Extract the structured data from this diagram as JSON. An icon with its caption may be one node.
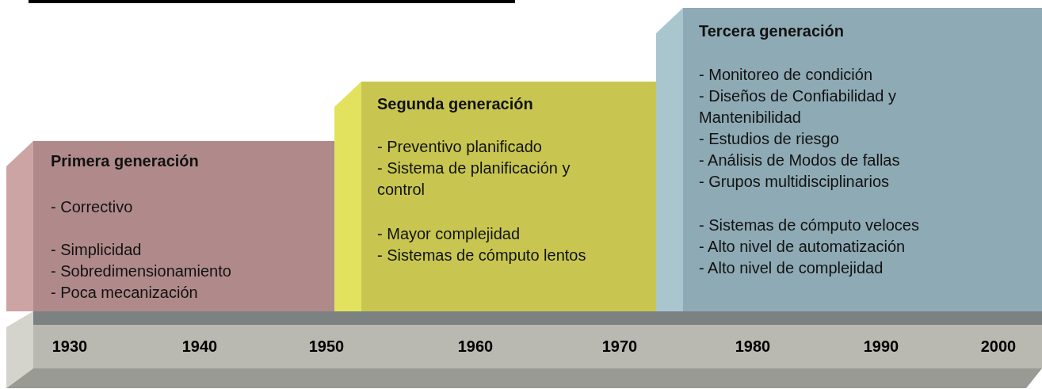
{
  "diagram": {
    "nodes": [
      {
        "text": [
          "Primera generación",
          "- Correctivo",
          "- Simplicidad",
          "- Sobredimensionamiento",
          "- Poca mecanización"
        ]
      },
      {
        "text": [
          "Segunda generación",
          "- Preventivo planificado",
          "- Sistema de planificación y control",
          "- Mayor complejidad",
          "- Sistemas de cómputo lentos"
        ]
      },
      {
        "text": [
          "Tercera generación",
          "- Monitoreo de condición",
          "- Diseños de Confiabilidad y Mantenibilidad",
          "- Estudios de riesgo",
          "- Análisis de Modos de fallas",
          "- Grupos multidisciplinarios",
          "- Sistemas de cómputo veloces",
          "- Alto nivel de automatización",
          "- Alto nivel de complejidad"
        ]
      },
      {
        "text": [
          "1930",
          "1940",
          "1950",
          "1960",
          "1970",
          "1980",
          "1990",
          "2000"
        ]
      }
    ]
  }
}
